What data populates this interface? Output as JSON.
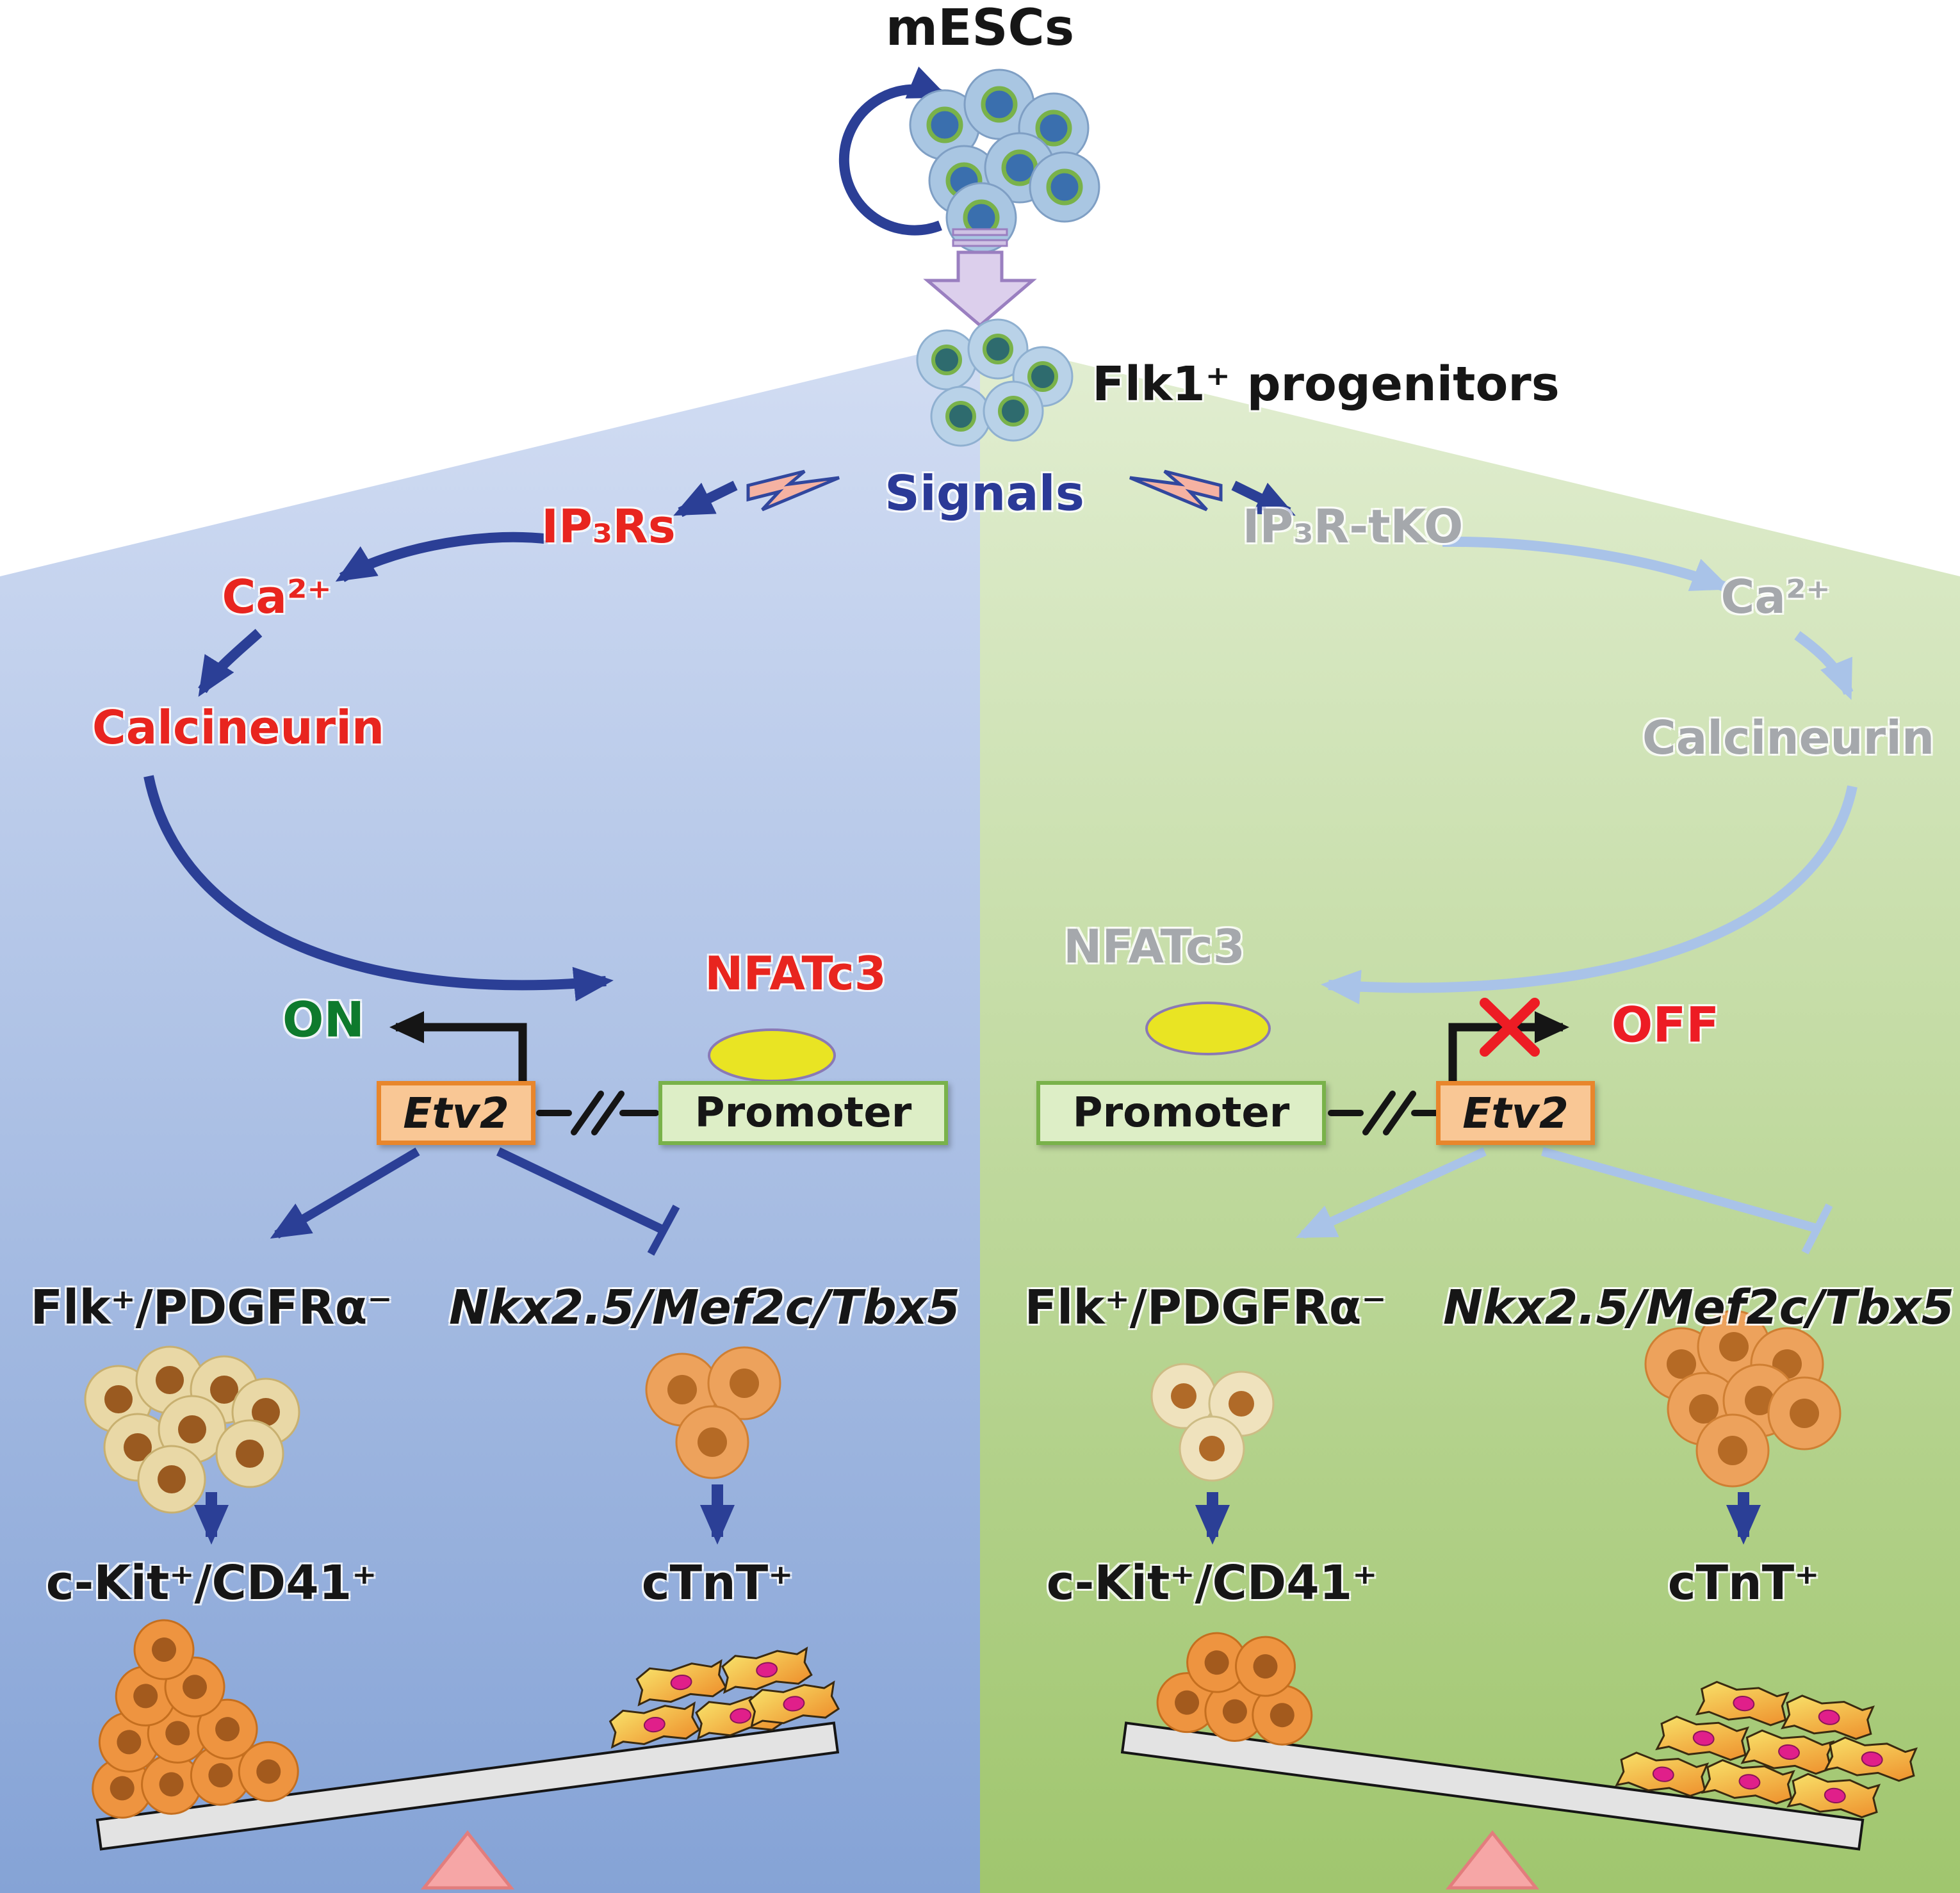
{
  "colors": {
    "red_label": "#e8251f",
    "gray_label": "#a5a8ac",
    "signals_blue": "#2b3a97",
    "on_green": "#0e7a2d",
    "off_red": "#ed1c24",
    "arrow_dark_blue": "#2b3f96",
    "arrow_light_blue": "#a9c3e8",
    "panel_left_top": "#cfdbf2",
    "panel_left_bottom": "#87a5d6",
    "panel_right_top": "#e0edcf",
    "panel_right_bottom": "#a3c871",
    "etv2_box_fill": "#f9c795",
    "etv2_box_border": "#e8862c",
    "promoter_box_fill": "#ddeec6",
    "promoter_box_border": "#79b24a",
    "nfatc3_protein_fill": "#e9e423"
  },
  "icons": {
    "self_renewal": "circular-arrow",
    "signal": "lightning-bolt",
    "differentiation": "block-arrow-down",
    "nfatc3_protein": "yellow-ellipse",
    "gene_distance": "double-slash-break",
    "repression": "t-bar",
    "fate_balance": "seesaw"
  },
  "top": {
    "title": "mESCs",
    "progenitors": "Flk1⁺ progenitors",
    "signals": "Signals"
  },
  "left": {
    "receptor": "IP₃Rs",
    "calcium": "Ca²⁺",
    "phosphatase": "Calcineurin",
    "tf": "NFATc3",
    "state": "ON",
    "gene": "Etv2",
    "promoter": "Promoter",
    "hemato_markers": "Flk⁺/PDGFRα⁻",
    "cardiac_genes": "Nkx2.5/Mef2c/Tbx5",
    "hemato_fate": "c-Kit⁺/CD41⁺",
    "cardiac_fate": "cTnT⁺"
  },
  "right": {
    "receptor": "IP₃R-tKO",
    "calcium": "Ca²⁺",
    "phosphatase": "Calcineurin",
    "tf": "NFATc3",
    "state": "OFF",
    "gene": "Etv2",
    "promoter": "Promoter",
    "hemato_markers": "Flk⁺/PDGFRα⁻",
    "cardiac_genes": "Nkx2.5/Mef2c/Tbx5",
    "hemato_fate": "c-Kit⁺/CD41⁺",
    "cardiac_fate": "cTnT⁺"
  }
}
